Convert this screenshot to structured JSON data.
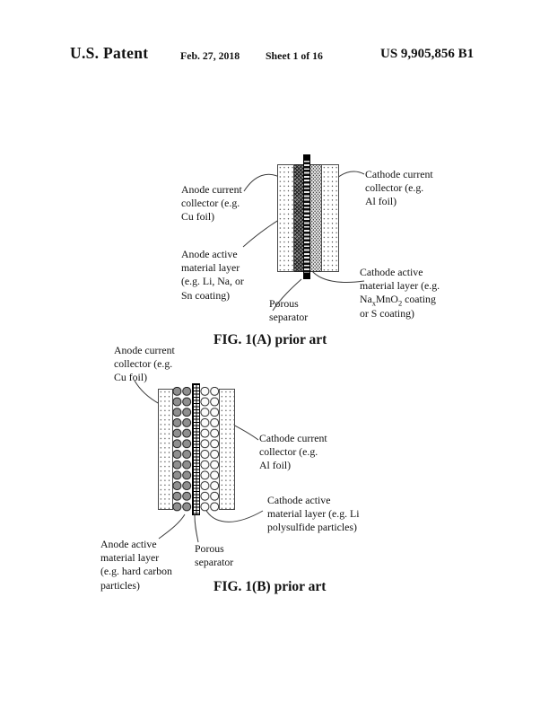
{
  "header": {
    "title": "U.S. Patent",
    "date": "Feb. 27, 2018",
    "sheet": "Sheet 1 of 16",
    "patent_number": "US 9,905,856 B1"
  },
  "fig1a": {
    "caption": "FIG. 1(A) prior art",
    "labels": {
      "anode_current_collector": "Anode current\ncollector (e.g.\nCu foil)",
      "anode_active_material": "Anode active\nmaterial layer\n(e.g. Li, Na, or\nSn coating)",
      "cathode_current_collector": "Cathode current\ncollector (e.g.\nAl foil)",
      "porous_separator": "Porous\nseparator",
      "cathode_active": {
        "line1": "Cathode active",
        "line2": "material layer (e.g.",
        "na": "Na",
        "na_sub": "x",
        "mno": "MnO",
        "mno_sub": "2",
        "line3_rest": " coating",
        "line4": "or S coating)"
      }
    }
  },
  "fig1b": {
    "caption": "FIG. 1(B) prior art",
    "labels": {
      "anode_current_collector": "Anode current\ncollector (e.g.\nCu foil)",
      "cathode_current_collector": "Cathode current\ncollector (e.g.\nAl foil)",
      "cathode_active_material": "Cathode active\nmaterial layer (e.g. Li\npolysulfide particles)",
      "anode_active_material": "Anode active\nmaterial layer\n(e.g. hard carbon\nparticles)",
      "porous_separator": "Porous\nseparator"
    }
  },
  "colors": {
    "ink": "#111111",
    "leader_line": "#3d3d3d",
    "paper": "#ffffff"
  }
}
